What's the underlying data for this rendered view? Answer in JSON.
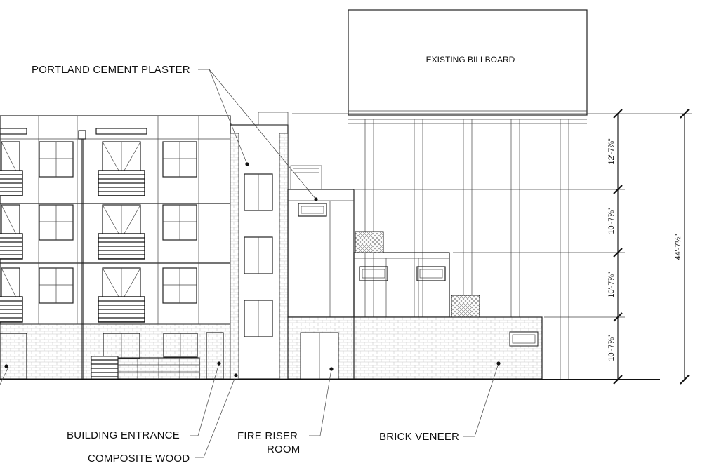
{
  "labels": {
    "billboard": "EXISTING BILLBOARD",
    "plaster": "PORTLAND CEMENT PLASTER",
    "entrance": "BUILDING ENTRANCE",
    "composite": "COMPOSITE WOOD",
    "fire_riser_1": "FIRE RISER",
    "fire_riser_2": "ROOM",
    "brick": "BRICK VENEER"
  },
  "dimensions": {
    "level_4": "12'-7⅞\"",
    "level_3": "10'-7⅞\"",
    "level_2": "10'-7⅞\"",
    "level_1": "10'-7⅞\"",
    "total": "44'-7½\""
  },
  "colors": {
    "line": "#222222",
    "paper": "#ffffff"
  }
}
